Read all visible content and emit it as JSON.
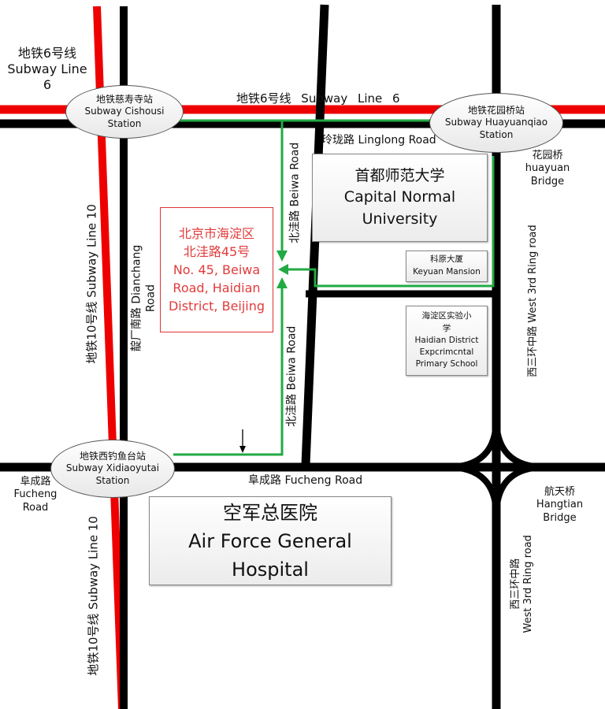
{
  "colors": {
    "road": "#000000",
    "subway": "#ee0000",
    "route": "#22aa44",
    "destination": "#e23b3b"
  },
  "roads": {
    "linglong": "玲珑路 Linglong Road",
    "beiwa_upper": "北洼路 Beiwa Road",
    "beiwa_lower": "北洼路 Beiwa Road",
    "dianchang": "靛厂南路 Dianchang Road",
    "west3_upper": "西三环中路 West 3rd Ring road",
    "west3_lower": "西三环中路\nWest 3rd Ring road",
    "fucheng_center": "阜成路 Fucheng Road",
    "fucheng_left": "阜成路\nFucheng\nRoad"
  },
  "subway": {
    "line6_topleft": "地铁6号线\nSubway Line\n6",
    "line6_center": "地铁6号线 Subway Line 6",
    "line10_upper": "地铁10号线 Subway Line 10",
    "line10_lower": "地铁10号线 Subway Line 10"
  },
  "stations": {
    "cishousi": "地铁慈寿寺站\nSubway Cishousi\nStation",
    "huayuanqiao": "地铁花园桥站\nSubway Huayuanqiao\nStation",
    "xidiaoyutai": "地铁西钓鱼台站\nSubway Xidiaoyutai\nStation"
  },
  "bridges": {
    "huayuan": "花园桥\nhuayuan\nBridge",
    "hangtian": "航天桥\nHangtian\nBridge"
  },
  "buildings": {
    "capital_normal": "首都师范大学\nCapital Normal\nUniversity",
    "keyuan": "科原大厦\nKeyuan Mansion",
    "school": "海淀区实验小\n学\nHaidian District\nExpcrimcntal\nPrimary School",
    "hospital": "空军总医院\nAir Force General\nHospital"
  },
  "destination": "北京市海淀区\n北洼路45号\nNo. 45, Beiwa\nRoad, Haidian\nDistrict, Beijing"
}
